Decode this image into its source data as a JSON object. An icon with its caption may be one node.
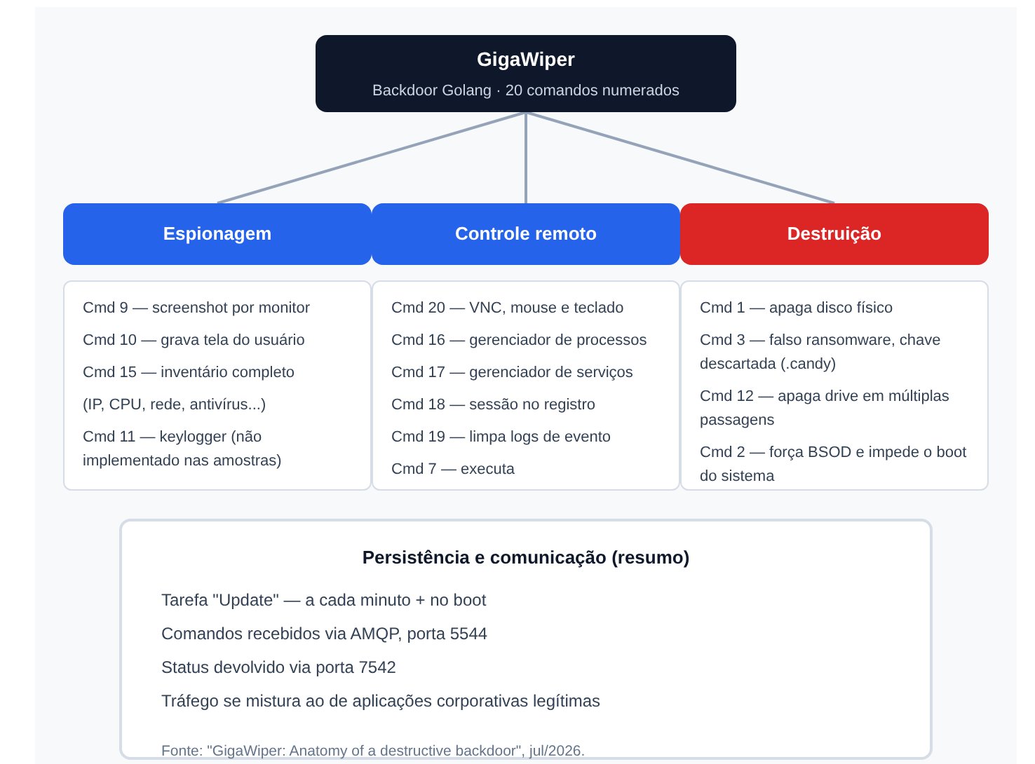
{
  "diagram": {
    "nodes": [
      {
        "text": [
          "GigaWiper",
          "Backdoor Golang · 20 comandos numerados"
        ]
      },
      {
        "text": [
          "Espionagem"
        ]
      },
      {
        "text": [
          "Controle remoto"
        ]
      },
      {
        "text": [
          "Destruição"
        ]
      },
      {
        "text": [
          "Cmd 9 — screenshot por monitor",
          "Cmd 10 — grava tela do usuário",
          "Cmd 15 — inventário completo",
          "(IP, CPU, rede, antivírus...)",
          "Cmd 11 — keylogger (não implementado nas amostras)"
        ]
      },
      {
        "text": [
          "Cmd 20 — VNC, mouse e teclado",
          "Cmd 16 — gerenciador de processos",
          "Cmd 17 — gerenciador de serviços",
          "Cmd 18 — sessão no registro",
          "Cmd 19 — limpa logs de evento",
          "Cmd 7 — executa"
        ]
      },
      {
        "text": [
          "Cmd 1 — apaga disco físico",
          "Cmd 3 — falso ransomware, chave descartada (.candy)",
          "Cmd 12 — apaga drive em múltiplas passagens",
          "Cmd 2 — força BSOD e impede o boot do sistema"
        ]
      },
      {
        "text": [
          "Persistência e comunicação (resumo)",
          "Tarefa \"Update\" — a cada minuto + no boot",
          "Comandos recebidos via AMQP, porta 5544",
          "Status devolvido via porta 7542",
          "Tráfego se mistura ao de aplicações corporativas legítimas",
          "Fonte: \"GigaWiper: Anatomy of a destructive backdoor\", jul/2026."
        ]
      }
    ],
    "edges": [
      {
        "from": 0,
        "to": 1,
        "arrow": "none"
      },
      {
        "from": 0,
        "to": 2,
        "arrow": "none"
      },
      {
        "from": 0,
        "to": 3,
        "arrow": "none"
      }
    ]
  }
}
